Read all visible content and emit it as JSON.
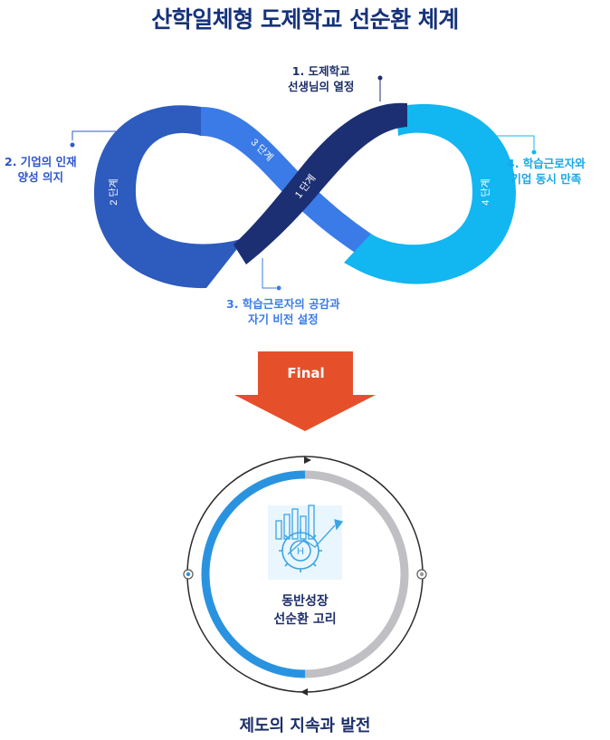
{
  "title": "산학일체형 도제학교 선순환 체계",
  "steps": [
    {
      "number_label": "1 단계",
      "line1": "1. 도제학교",
      "line2": "선생님의 열정"
    },
    {
      "number_label": "2 단계",
      "line1": "2. 기업의 인재",
      "line2": "양성 의지"
    },
    {
      "number_label": "3 단계",
      "line1": "3. 학습근로자의 공감과",
      "line2": "자기 비전 설정"
    },
    {
      "number_label": "4 단계",
      "line1": "4. 학습근로자와",
      "line2": "기업 동시 만족"
    }
  ],
  "arrow_label": "Final",
  "center": {
    "line1": "동반성장",
    "line2": "선순환 고리"
  },
  "bottom_caption": "제도의 지속과 발전",
  "colors": {
    "step1": "#1c2f72",
    "step2": "#2d5bbe",
    "step3": "#3a7be8",
    "step4": "#12b6f0",
    "final_arrow": "#e5502a",
    "ring_blue": "#2a93e0",
    "ring_grey": "#bfbfc4"
  },
  "icons": [
    "growth-chart-icon",
    "gear-icon"
  ]
}
